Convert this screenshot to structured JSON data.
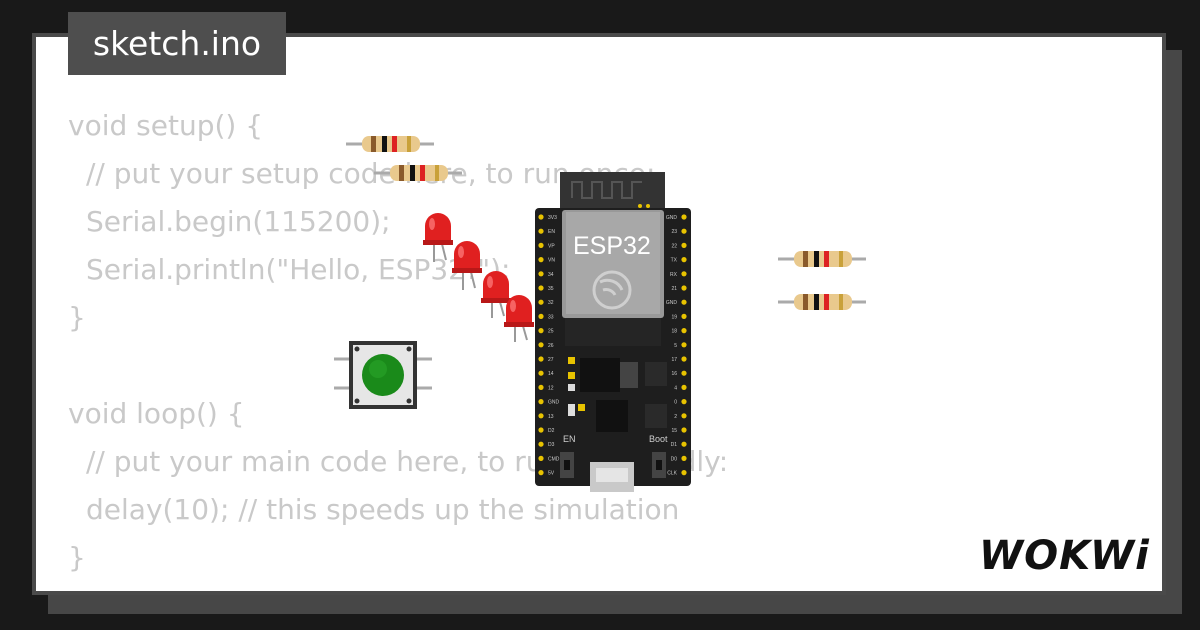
{
  "tab": {
    "filename": "sketch.ino"
  },
  "code": {
    "lines": [
      {
        "indent": 0,
        "text": "void setup() {"
      },
      {
        "indent": 1,
        "text": "// put your setup code here, to run once:"
      },
      {
        "indent": 1,
        "text": "Serial.begin(115200);"
      },
      {
        "indent": 1,
        "text": "Serial.println(\"Hello, ESP32!\");"
      },
      {
        "indent": 0,
        "text": "}"
      },
      {
        "indent": 0,
        "text": ""
      },
      {
        "indent": 0,
        "text": "void loop() {"
      },
      {
        "indent": 1,
        "text": "// put your main code here, to run repeatedly:"
      },
      {
        "indent": 1,
        "text": "delay(10); // this speeds up the simulation"
      },
      {
        "indent": 0,
        "text": "}"
      }
    ]
  },
  "board": {
    "label": "ESP32",
    "en_label": "EN",
    "boot_label": "Boot",
    "left_pins": [
      "3V3",
      "EN",
      "VP",
      "VN",
      "34",
      "35",
      "32",
      "33",
      "25",
      "26",
      "27",
      "14",
      "12",
      "GND",
      "13",
      "D2",
      "D3",
      "CMD",
      "5V"
    ],
    "right_pins": [
      "GND",
      "23",
      "22",
      "TX",
      "RX",
      "21",
      "GND",
      "19",
      "18",
      "5",
      "17",
      "16",
      "4",
      "0",
      "2",
      "15",
      "D1",
      "D0",
      "CLK"
    ]
  },
  "logo": {
    "text": "WOKWi"
  },
  "colors": {
    "background": "#191919",
    "card": "#ffffff",
    "tab": "#4e4e4e",
    "code_text": "#c9c9c9",
    "board": "#1e1e1e",
    "led": "#e02020",
    "button_cap": "#1a8a1a",
    "pin": "#e8c300"
  }
}
